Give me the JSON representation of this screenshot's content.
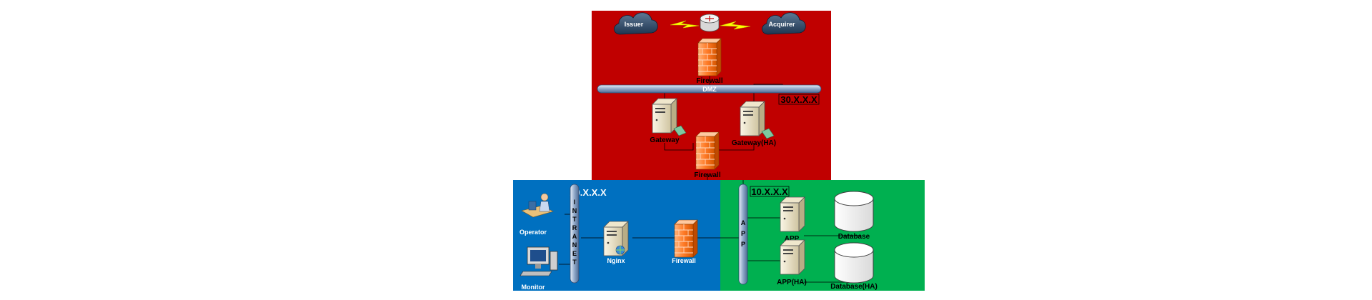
{
  "zones": {
    "dmz": {
      "color": "#c00000",
      "subnet": "30.X.X.X",
      "bus_label": "DMZ"
    },
    "intranet": {
      "color": "#0070c0",
      "subnet": "20.X.X.X",
      "bus_label": "INTRANET"
    },
    "app": {
      "color": "#00b050",
      "subnet": "10.X.X.X",
      "bus_label": "APP"
    }
  },
  "nodes": {
    "issuer": "Issuer",
    "acquirer": "Acquirer",
    "firewall_top": "Firewall",
    "gateway": "Gateway",
    "gateway_ha": "Gateway(HA)",
    "firewall_mid": "Firewall",
    "operator": "Operator",
    "monitor": "Monitor",
    "nginx": "Nginx",
    "firewall_bottom": "Firewall",
    "app": "APP",
    "app_ha": "APP(HA)",
    "database": "Database",
    "database_ha": "Database(HA)"
  },
  "icons": {
    "cloud": "cloud-icon",
    "router": "router-icon",
    "lightning": "lightning-icon",
    "firewall": "firewall-icon",
    "server": "server-icon",
    "database": "database-icon",
    "operator": "operator-icon",
    "monitor": "computer-icon"
  }
}
